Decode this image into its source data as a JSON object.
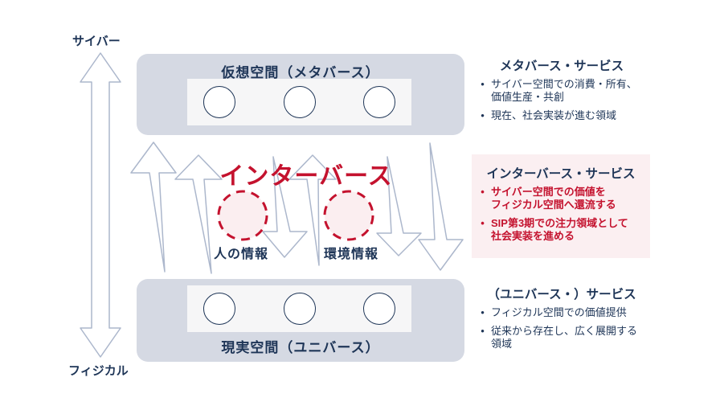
{
  "diagram": {
    "axis": {
      "top_label": "サイバー",
      "bottom_label": "フィジカル"
    },
    "top_box": {
      "title": "仮想空間（メタバース）"
    },
    "bottom_box": {
      "title": "現実空間（ユニバース）"
    },
    "center": {
      "title": "インターバース",
      "left_circle_label": "人の情報",
      "right_circle_label": "環境情報"
    },
    "bullet_char": "•"
  },
  "right_panel": {
    "sections": [
      {
        "title": "メタバース・サービス",
        "bullets": [
          {
            "lines": [
              "サイバー空間での消費・所有、",
              "価値生産・共創"
            ]
          },
          {
            "lines": [
              "現在、社会実装が進む領域"
            ]
          }
        ]
      },
      {
        "title": "インターバース・サービス",
        "bullets": [
          {
            "lines": [
              "サイバー空間での価値を",
              "フィジカル空間へ還流する"
            ]
          },
          {
            "lines": [
              "SIP第3期での注力領域として",
              "社会実装を進める"
            ]
          }
        ]
      },
      {
        "title": "（ユニバース・）サービス",
        "bullets": [
          {
            "lines": [
              "フィジカル空間での価値提供"
            ]
          },
          {
            "lines": [
              "従来から存在し、広く展開する",
              "領域"
            ]
          }
        ]
      }
    ]
  },
  "colors": {
    "navy": "#1e3557",
    "red": "#c4122e",
    "box_gray": "#d5d9e3",
    "strip_white": "#f6f6f7",
    "pink_panel": "#fbeff1",
    "arrow_stroke": "#acb7cc",
    "dashed_circle_fill": "#fbeef0"
  }
}
